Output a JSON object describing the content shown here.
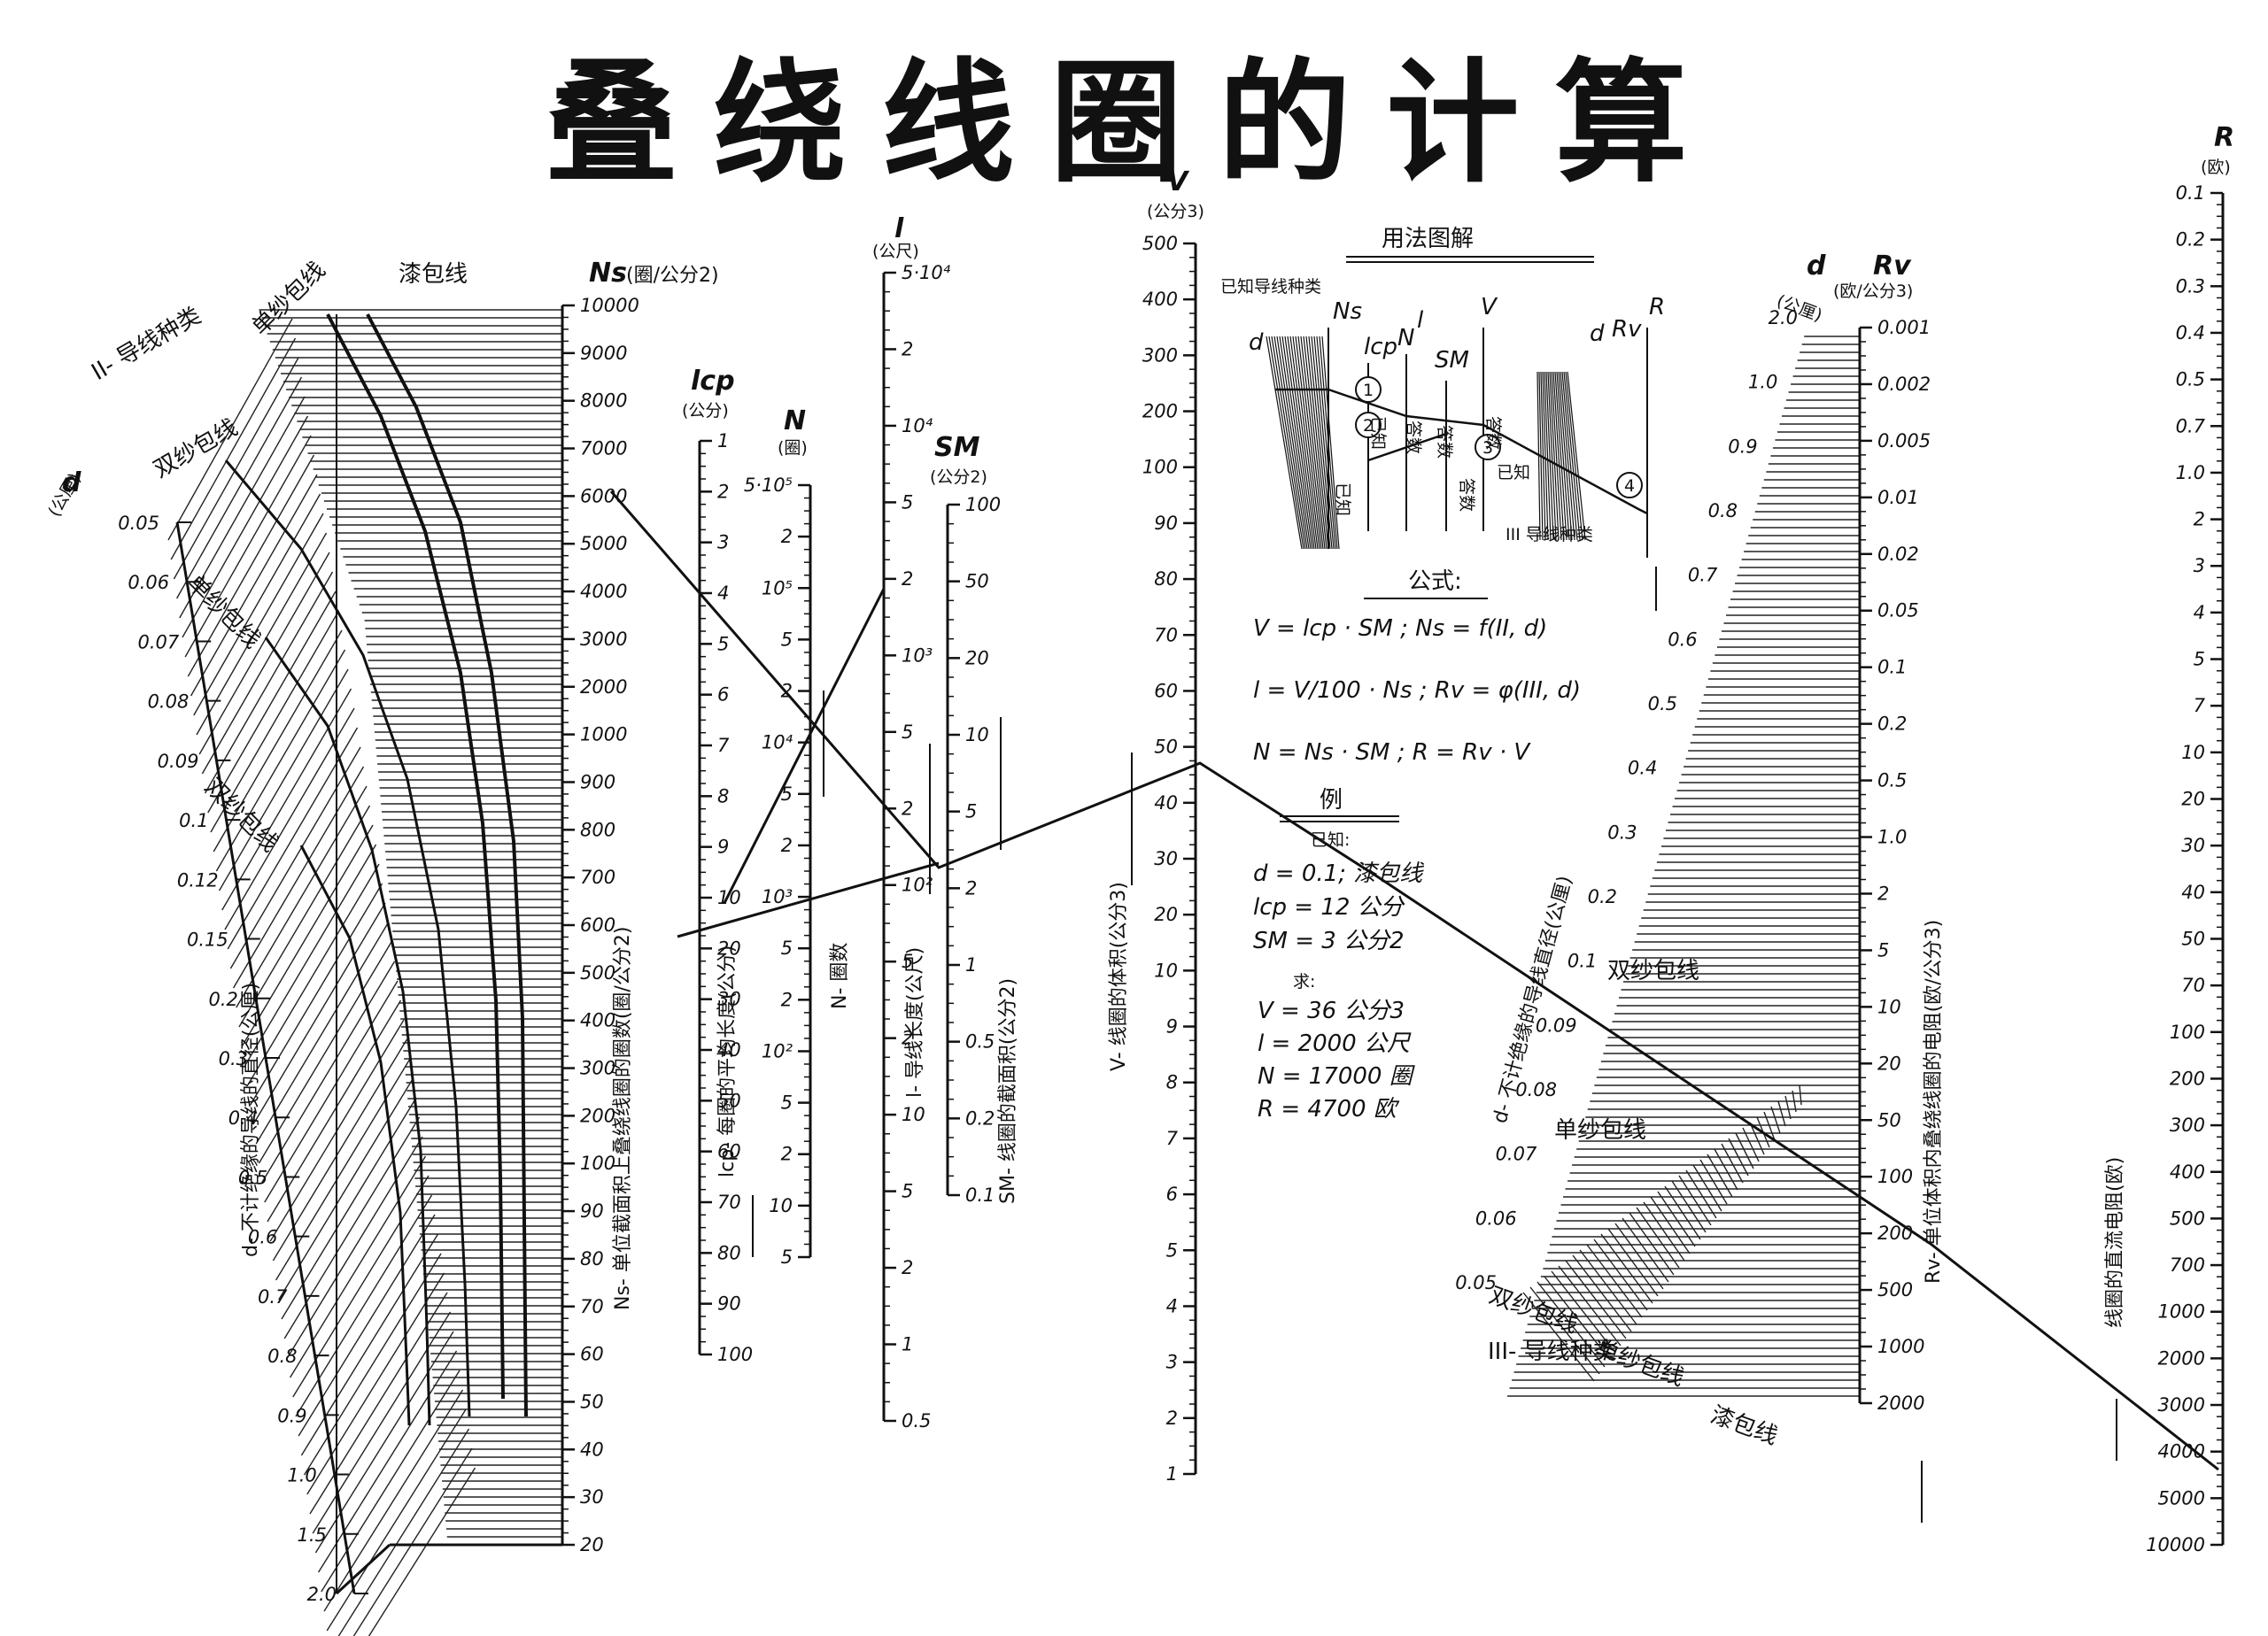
{
  "title": "叠绕线圈的计算",
  "left_panel": {
    "group_label": "II- 导线种类",
    "wire_types": [
      "单纱包线",
      "漆包线",
      "双纱包线",
      "单纱包线",
      "双纱包线"
    ],
    "d_axis": {
      "name": "d",
      "unit": "(公厘)",
      "caption": "d- 不计绝缘的导线的直径(公厘)",
      "ticks": [
        "0.05",
        "0.06",
        "0.07",
        "0.08",
        "0.09",
        "0.1",
        "0.12",
        "0.15",
        "0.2",
        "0.3",
        "0.4",
        "0.5",
        "0.6",
        "0.7",
        "0.8",
        "0.9",
        "1.0",
        "1.5",
        "2.0"
      ]
    },
    "ns_axis": {
      "name": "Ns",
      "unit": "(圈/公分2)",
      "caption": "Ns- 单位截面积上叠绕线圈的圈数(圈/公分2)",
      "ticks": [
        "10000",
        "9000",
        "8000",
        "7000",
        "6000",
        "5000",
        "4000",
        "3000",
        "2000",
        "1000",
        "900",
        "800",
        "700",
        "600",
        "500",
        "400",
        "300",
        "200",
        "100",
        "90",
        "80",
        "70",
        "60",
        "50",
        "40",
        "30",
        "20"
      ]
    }
  },
  "lcp_axis": {
    "name": "lcp",
    "unit": "(公分)",
    "caption": "lcp- 每圈的平均长度(公分)",
    "ticks": [
      "1",
      "2",
      "3",
      "4",
      "5",
      "6",
      "7",
      "8",
      "9",
      "10",
      "20",
      "30",
      "40",
      "50",
      "60",
      "70",
      "80",
      "90",
      "100"
    ]
  },
  "n_axis": {
    "name": "N",
    "unit": "(圈)",
    "caption": "N- 圈数",
    "ticks": [
      "5·10⁵",
      "2",
      "10⁵",
      "5",
      "2",
      "10⁴",
      "5",
      "2",
      "10³",
      "5",
      "2",
      "10²",
      "5",
      "2",
      "10",
      "5"
    ]
  },
  "l_axis": {
    "name": "l",
    "unit": "(公尺)",
    "caption": "l- 导线长度(公尺)",
    "ticks": [
      "5·10⁴",
      "2",
      "10⁴",
      "5",
      "2",
      "10³",
      "5",
      "2",
      "10²",
      "5",
      "2",
      "10",
      "5",
      "2",
      "1",
      "0.5"
    ]
  },
  "sm_axis": {
    "name": "SM",
    "unit": "(公分2)",
    "caption": "SM- 线圈的截面积(公分2)",
    "ticks": [
      "100",
      "50",
      "20",
      "10",
      "5",
      "2",
      "1",
      "0.5",
      "0.2",
      "0.1"
    ]
  },
  "v_axis": {
    "name": "V",
    "unit": "(公分3)",
    "caption": "V- 线圈的体积(公分3)",
    "ticks": [
      "500",
      "400",
      "300",
      "200",
      "100",
      "90",
      "80",
      "70",
      "60",
      "50",
      "40",
      "30",
      "20",
      "10",
      "9",
      "8",
      "7",
      "6",
      "5",
      "4",
      "3",
      "2",
      "1"
    ]
  },
  "usage": {
    "heading": "用法图解",
    "known_wire": "已知导线种类",
    "labels": [
      "d",
      "Ns",
      "lcp",
      "N",
      "SM",
      "l",
      "V",
      "d",
      "Rv",
      "R"
    ],
    "steps": [
      "1",
      "2",
      "3",
      "4"
    ],
    "notes": [
      "已知",
      "已知",
      "答数",
      "答数",
      "答数",
      "答数",
      "已知",
      "III 导线种类"
    ]
  },
  "formula": {
    "heading": "公式:",
    "lines": [
      "V = lcp · SM ;  Ns = f(II, d)",
      "l = V/100 · Ns ;  Rv = φ(III, d)",
      "N = Ns · SM ;  R = Rv · V"
    ]
  },
  "example": {
    "heading": "例",
    "known_label": "已知:",
    "known": [
      "d = 0.1; 漆包线",
      "lcp = 12 公分",
      "SM = 3 公分2"
    ],
    "find_label": "求:",
    "results": [
      "V = 36 公分3",
      "l = 2000 公尺",
      "N = 17000 圈",
      "R = 4700 欧"
    ]
  },
  "right_panel": {
    "group_label": "III- 导线种类",
    "wire_types": [
      "双纱包线",
      "单纱包线",
      "漆包线",
      "双纱包线",
      "单纱包线"
    ],
    "d_axis": {
      "name": "d",
      "unit": "(公厘)",
      "caption": "d- 不计绝缘的导线直径(公厘)",
      "ticks": [
        "2.0",
        "1.0",
        "0.9",
        "0.8",
        "0.7",
        "0.6",
        "0.5",
        "0.4",
        "0.3",
        "0.2",
        "0.1",
        "0.09",
        "0.08",
        "0.07",
        "0.06",
        "0.05"
      ]
    },
    "rv_axis": {
      "name": "Rv",
      "unit": "(欧/公分3)",
      "caption": "Rv- 单位体积内叠绕线圈的电阻(欧/公分3)",
      "ticks": [
        "0.001",
        "0.002",
        "0.005",
        "0.01",
        "0.02",
        "0.05",
        "0.1",
        "0.2",
        "0.5",
        "1.0",
        "2",
        "5",
        "10",
        "20",
        "50",
        "100",
        "200",
        "500",
        "1000",
        "2000"
      ]
    }
  },
  "r_axis": {
    "name": "R",
    "unit": "(欧)",
    "caption": "线圈的直流电阻(欧)",
    "ticks": [
      "0.1",
      "0.2",
      "0.3",
      "0.4",
      "0.5",
      "0.7",
      "1.0",
      "2",
      "3",
      "4",
      "5",
      "7",
      "10",
      "20",
      "30",
      "40",
      "50",
      "70",
      "100",
      "200",
      "300",
      "400",
      "500",
      "700",
      "1000",
      "2000",
      "3000",
      "4000",
      "5000",
      "10000"
    ]
  }
}
